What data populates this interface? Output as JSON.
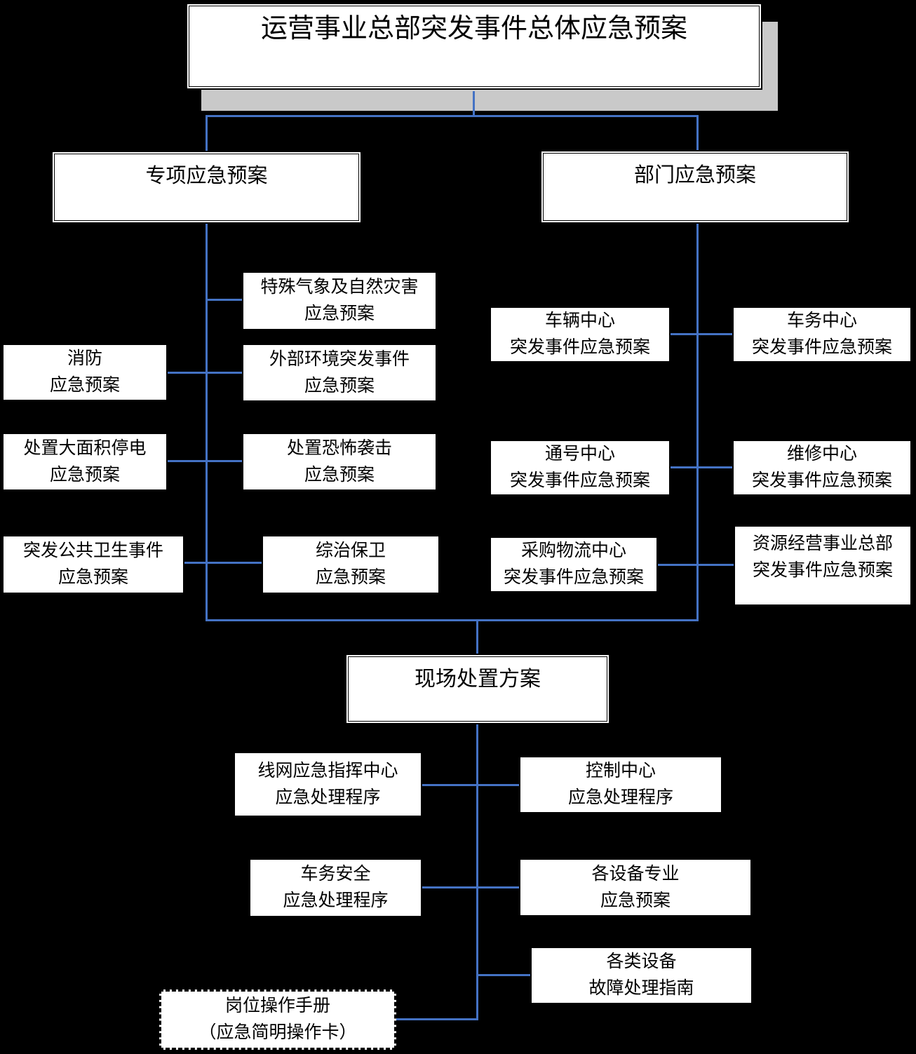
{
  "colors": {
    "background": "#000000",
    "connector": "#4472c4",
    "box_bg": "#ffffff",
    "border": "#000000",
    "shadow": "#c9c9c9",
    "text": "#000000"
  },
  "nodes": {
    "root": {
      "line1": "运营事业总部突发事件总体应急预案"
    },
    "special": {
      "line1": "专项应急预案"
    },
    "department": {
      "line1": "部门应急预案"
    },
    "weather": {
      "line1": "特殊气象及自然灾害",
      "line2": "应急预案"
    },
    "fire": {
      "line1": "消防",
      "line2": "应急预案"
    },
    "external": {
      "line1": "外部环境突发事件",
      "line2": "应急预案"
    },
    "blackout": {
      "line1": "处置大面积停电",
      "line2": "应急预案"
    },
    "terror": {
      "line1": "处置恐怖袭击",
      "line2": "应急预案"
    },
    "health": {
      "line1": "突发公共卫生事件",
      "line2": "应急预案"
    },
    "security": {
      "line1": "综治保卫",
      "line2": "应急预案"
    },
    "vehicle": {
      "line1": "车辆中心",
      "line2": "突发事件应急预案"
    },
    "depot": {
      "line1": "车务中心",
      "line2": "突发事件应急预案"
    },
    "signal": {
      "line1": "通号中心",
      "line2": "突发事件应急预案"
    },
    "maintenance": {
      "line1": "维修中心",
      "line2": "突发事件应急预案"
    },
    "procurement": {
      "line1": "采购物流中心",
      "line2": "突发事件应急预案"
    },
    "resource": {
      "line1": "资源经营事业总部",
      "line2": "突发事件应急预案"
    },
    "onsite": {
      "line1": "现场处置方案"
    },
    "wirenet": {
      "line1": "线网应急指挥中心",
      "line2": "应急处理程序"
    },
    "control": {
      "line1": "控制中心",
      "line2": "应急处理程序"
    },
    "safety": {
      "line1": "车务安全",
      "line2": "应急处理程序"
    },
    "equipment": {
      "line1": "各设备专业",
      "line2": "应急预案"
    },
    "guide": {
      "line1": "各类设备",
      "line2": "故障处理指南"
    },
    "manual": {
      "line1": "岗位操作手册",
      "line2": "（应急简明操作卡）"
    }
  },
  "structure": {
    "root": "运营事业总部突发事件总体应急预案",
    "children_of_root": [
      "专项应急预案",
      "部门应急预案"
    ],
    "children_of_special": [
      "特殊气象及自然灾害应急预案",
      "消防应急预案",
      "外部环境突发事件应急预案",
      "处置大面积停电应急预案",
      "处置恐怖袭击应急预案",
      "突发公共卫生事件应急预案",
      "综治保卫应急预案"
    ],
    "children_of_department": [
      "车辆中心突发事件应急预案",
      "车务中心突发事件应急预案",
      "通号中心突发事件应急预案",
      "维修中心突发事件应急预案",
      "采购物流中心突发事件应急预案",
      "资源经营事业总部突发事件应急预案"
    ],
    "next_level": "现场处置方案",
    "children_of_onsite": [
      "线网应急指挥中心应急处理程序",
      "控制中心应急处理程序",
      "车务安全应急处理程序",
      "各设备专业应急预案",
      "各类设备故障处理指南",
      "岗位操作手册（应急简明操作卡）"
    ]
  }
}
